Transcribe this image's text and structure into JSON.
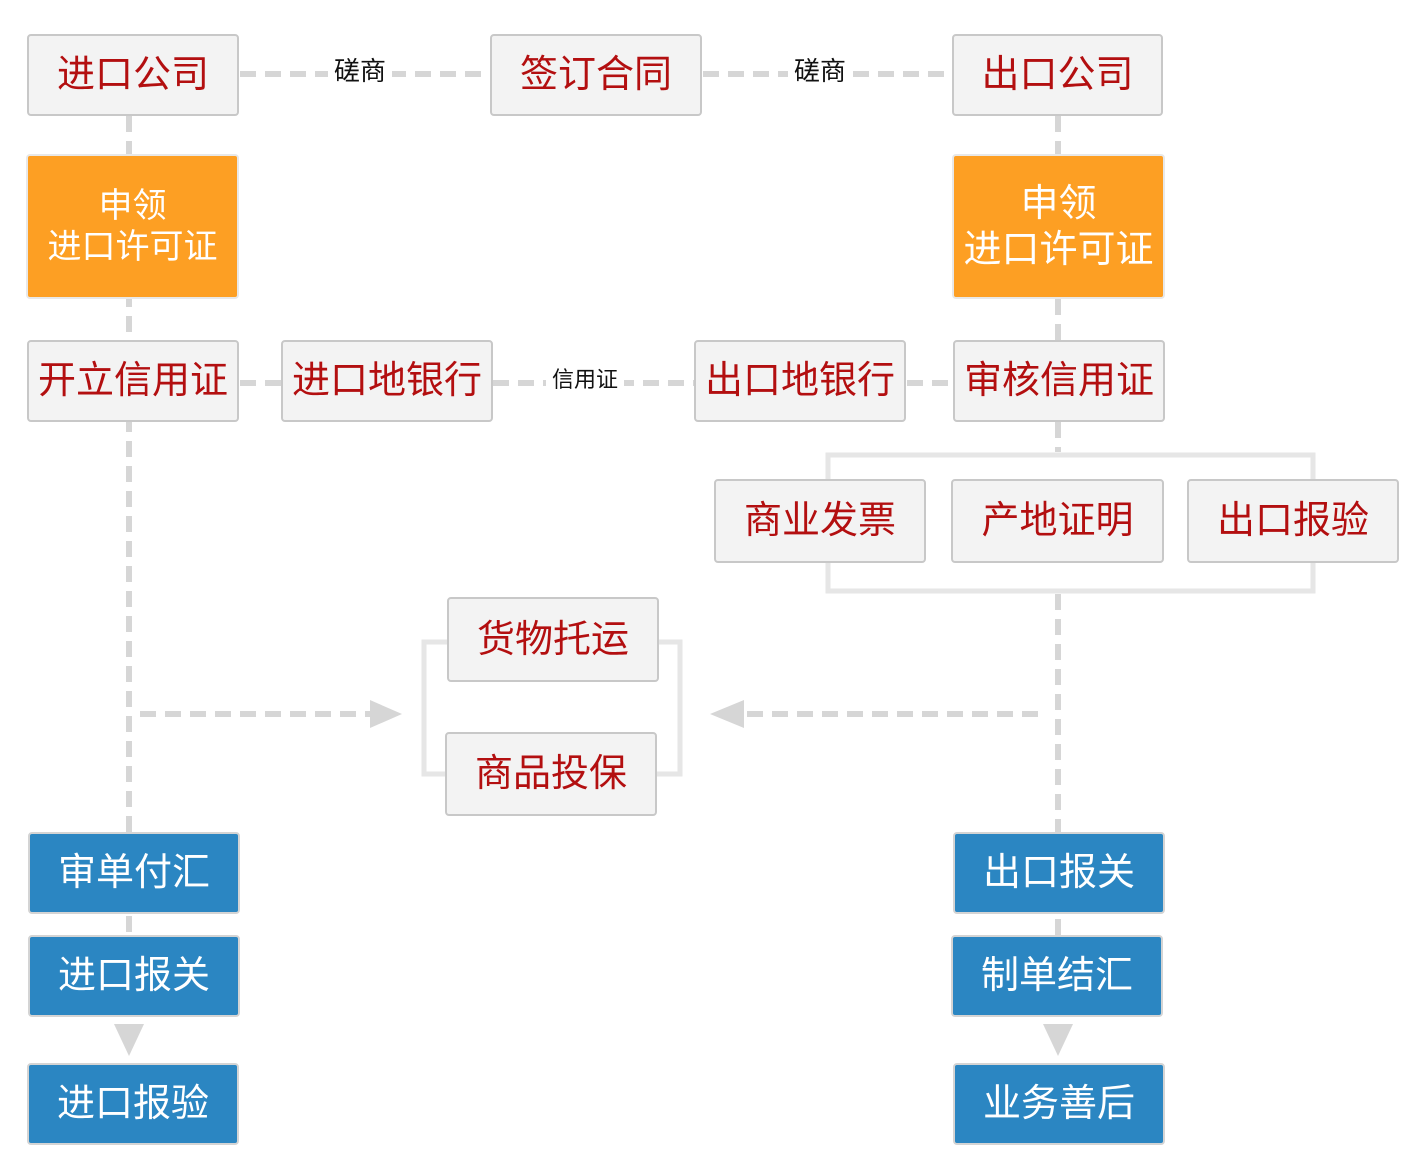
{
  "colors": {
    "gray_fill": "#f3f3f3",
    "gray_text": "#b30f10",
    "orange_fill": "#fd9f23",
    "blue_fill": "#2b86c2",
    "connector": "#d6d6d6"
  },
  "nodes": {
    "import_company": "进口公司",
    "sign_contract": "签订合同",
    "export_company": "出口公司",
    "import_license_left": {
      "line1": "申领",
      "line2": "进口许可证"
    },
    "import_license_right": {
      "line1": "申领",
      "line2": "进口许可证"
    },
    "open_lc": "开立信用证",
    "import_bank": "进口地银行",
    "export_bank": "出口地银行",
    "review_lc": "审核信用证",
    "commercial_invoice": "商业发票",
    "certificate_of_origin": "产地证明",
    "export_inspection": "出口报验",
    "cargo_shipment": "货物托运",
    "goods_insurance": "商品投保",
    "review_and_pay": "审单付汇",
    "import_customs": "进口报关",
    "import_inspection": "进口报验",
    "export_customs": "出口报关",
    "documents_settlement": "制单结汇",
    "after_service": "业务善后"
  },
  "edge_labels": {
    "negotiate_left": "磋商",
    "negotiate_right": "磋商",
    "letter_of_credit": "信用证"
  }
}
